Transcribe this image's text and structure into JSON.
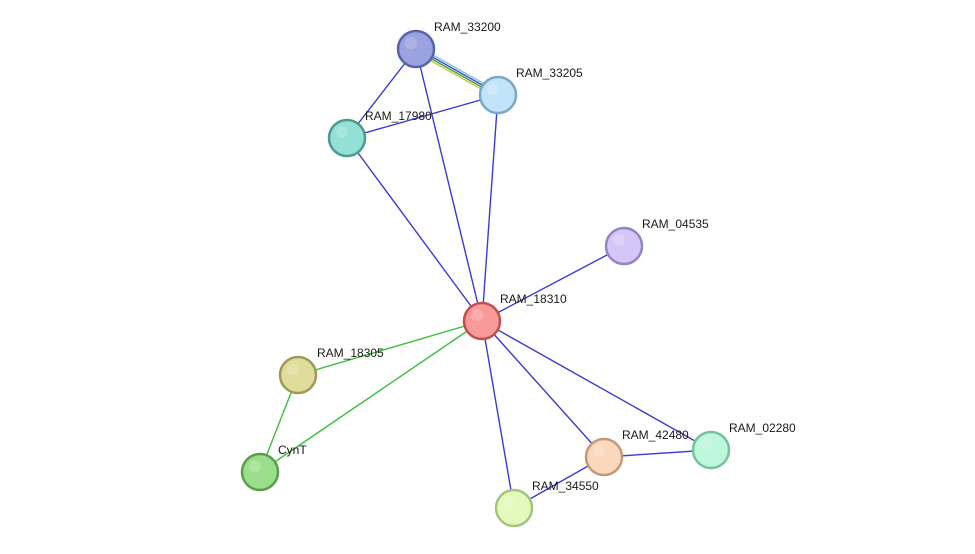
{
  "network": {
    "nodes": [
      {
        "id": "RAM_33200",
        "label": "RAM_33200",
        "fill": "#9aa3e0",
        "stroke": "#5a63a8"
      },
      {
        "id": "RAM_33205",
        "label": "RAM_33205",
        "fill": "#c2e4fa",
        "stroke": "#7ea6c6"
      },
      {
        "id": "RAM_17980",
        "label": "RAM_17980",
        "fill": "#93e0d4",
        "stroke": "#4e9a90"
      },
      {
        "id": "RAM_04535",
        "label": "RAM_04535",
        "fill": "#d4c6f6",
        "stroke": "#9583c4"
      },
      {
        "id": "RAM_18310",
        "label": "RAM_18310",
        "fill": "#f99a9a",
        "stroke": "#c05050"
      },
      {
        "id": "RAM_18305",
        "label": "RAM_18305",
        "fill": "#dedd9c",
        "stroke": "#9c9b5a"
      },
      {
        "id": "CynT",
        "label": "CynT",
        "fill": "#9ade8c",
        "stroke": "#5a9e4c"
      },
      {
        "id": "RAM_42480",
        "label": "RAM_42480",
        "fill": "#fbd8bc",
        "stroke": "#c09a7a"
      },
      {
        "id": "RAM_02280",
        "label": "RAM_02280",
        "fill": "#bdf7dc",
        "stroke": "#76c29c"
      },
      {
        "id": "RAM_34550",
        "label": "RAM_34550",
        "fill": "#e2fabb",
        "stroke": "#a6c47e"
      }
    ],
    "edges": [
      {
        "source": "RAM_33200",
        "target": "RAM_33205",
        "colors": [
          "#7ec8d8",
          "#4a4ad8",
          "#3aa83a",
          "#c8c840"
        ]
      },
      {
        "source": "RAM_33200",
        "target": "RAM_17980",
        "colors": [
          "#3a3ad8"
        ]
      },
      {
        "source": "RAM_33200",
        "target": "RAM_18310",
        "colors": [
          "#3a3ad8"
        ]
      },
      {
        "source": "RAM_33205",
        "target": "RAM_17980",
        "colors": [
          "#3a3ad8"
        ]
      },
      {
        "source": "RAM_33205",
        "target": "RAM_18310",
        "colors": [
          "#3a3ad8"
        ]
      },
      {
        "source": "RAM_17980",
        "target": "RAM_18310",
        "colors": [
          "#3a3ad8"
        ]
      },
      {
        "source": "RAM_04535",
        "target": "RAM_18310",
        "colors": [
          "#3a3ad8"
        ]
      },
      {
        "source": "RAM_18310",
        "target": "RAM_18305",
        "colors": [
          "#3cbf3c"
        ]
      },
      {
        "source": "RAM_18310",
        "target": "CynT",
        "colors": [
          "#3cbf3c"
        ]
      },
      {
        "source": "RAM_18305",
        "target": "CynT",
        "colors": [
          "#3cbf3c"
        ]
      },
      {
        "source": "RAM_18310",
        "target": "RAM_42480",
        "colors": [
          "#3a3ad8"
        ]
      },
      {
        "source": "RAM_18310",
        "target": "RAM_02280",
        "colors": [
          "#3a3ad8"
        ]
      },
      {
        "source": "RAM_18310",
        "target": "RAM_34550",
        "colors": [
          "#3a3ad8"
        ]
      },
      {
        "source": "RAM_42480",
        "target": "RAM_02280",
        "colors": [
          "#3a3ad8"
        ]
      },
      {
        "source": "RAM_42480",
        "target": "RAM_34550",
        "colors": [
          "#3a3ad8"
        ]
      }
    ]
  }
}
